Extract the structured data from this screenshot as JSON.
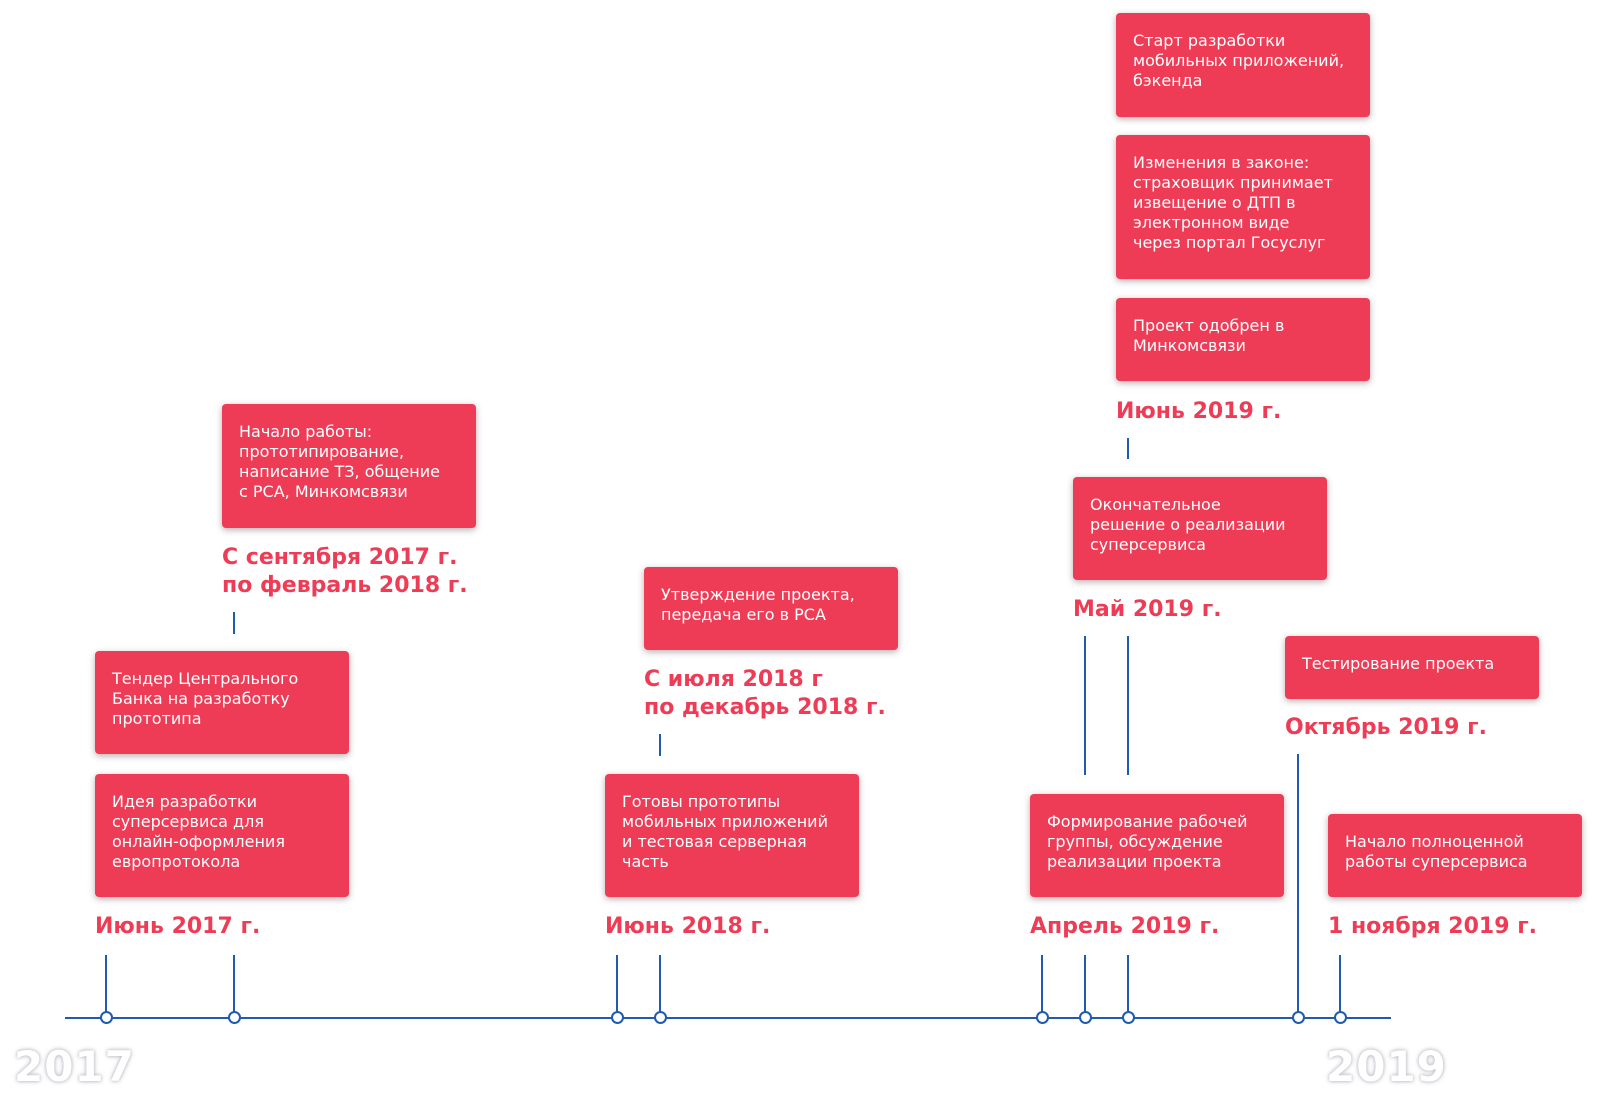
{
  "cards": {
    "c1": "Идея разработки\nсуперсервиса для\nонлайн-оформления\nевропротокола",
    "c2": "Тендер Центрального\nБанка на разработку\nпрототипа",
    "c3": "Начало работы:\nпрототипирование,\nнаписание ТЗ, общение\nс РСА, Минкомсвязи",
    "c4": "Готовы прототипы\nмобильных приложений\nи тестовая серверная\nчасть",
    "c5": "Утверждение проекта,\nпередача его в РСА",
    "c6": "Формирование рабочей\nгруппы, обсуждение\nреализации проекта",
    "c7": "Окончательное\nрешение о реализации\nсуперсервиса",
    "c8": "Проект одобрен в\nМинкомсвязи",
    "c9": "Изменения в законе:\nстраховщик принимает\nизвещение о ДТП в\nэлектронном виде\nчерез портал Госуслуг",
    "c10": "Старт разработки\nмобильных приложений,\nбэкенда",
    "c11": "Тестирование проекта",
    "c12": "Начало полноценной\nработы суперсервиса"
  },
  "dates": {
    "d1": "Июнь 2017 г.",
    "d2": "С сентября 2017 г.\nпо февраль 2018 г.",
    "d3": "Июнь 2018 г.",
    "d4": "С июля 2018 г\nпо декабрь 2018 г.",
    "d5": "Апрель 2019 г.",
    "d6": "Май 2019 г.",
    "d7": "Июнь 2019 г.",
    "d8": "Октябрь 2019 г.",
    "d9": "1 ноября 2019 г."
  },
  "years": {
    "start": "2017",
    "end": "2019"
  }
}
